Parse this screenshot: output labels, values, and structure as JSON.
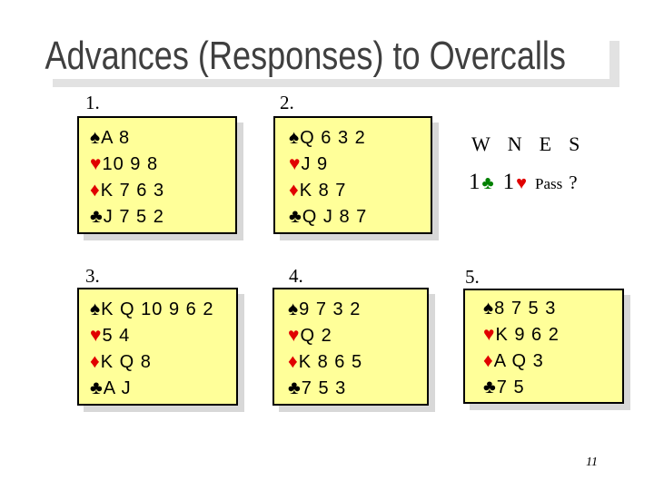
{
  "title": "Advances (Responses) to Overcalls",
  "page_number": "11",
  "auction": {
    "seats": [
      "W",
      "N",
      "E",
      "S"
    ],
    "calls": [
      {
        "level": "1",
        "suit": "♣"
      },
      {
        "level": "1",
        "suit": "♥"
      },
      {
        "label": "Pass"
      },
      {
        "label": "?"
      }
    ]
  },
  "hands": [
    {
      "label": "1.",
      "rows": [
        {
          "symbol": "♠",
          "cards": "A 8"
        },
        {
          "symbol": "♥",
          "cards": "10 9 8"
        },
        {
          "symbol": "♦",
          "cards": "K 7 6 3"
        },
        {
          "symbol": "♣",
          "cards": "J 7 5 2"
        }
      ]
    },
    {
      "label": "2.",
      "rows": [
        {
          "symbol": "♠",
          "cards": "Q 6 3 2"
        },
        {
          "symbol": "♥",
          "cards": "J 9"
        },
        {
          "symbol": "♦",
          "cards": "K 8 7"
        },
        {
          "symbol": "♣",
          "cards": "Q J 8 7"
        }
      ]
    },
    {
      "label": "3.",
      "rows": [
        {
          "symbol": "♠",
          "cards": "K Q 10 9 6 2"
        },
        {
          "symbol": "♥",
          "cards": "5 4"
        },
        {
          "symbol": "♦",
          "cards": "K Q 8"
        },
        {
          "symbol": "♣",
          "cards": "A J"
        }
      ]
    },
    {
      "label": "4.",
      "rows": [
        {
          "symbol": "♠",
          "cards": "9 7 3 2"
        },
        {
          "symbol": "♥",
          "cards": "Q 2"
        },
        {
          "symbol": "♦",
          "cards": "K 8 6 5"
        },
        {
          "symbol": "♣",
          "cards": "7 5 3"
        }
      ]
    },
    {
      "label": "5.",
      "rows": [
        {
          "symbol": "♠",
          "cards": "8 7 5 3"
        },
        {
          "symbol": "♥",
          "cards": "K 9 6 2"
        },
        {
          "symbol": "♦",
          "cards": "A Q 3"
        },
        {
          "symbol": "♣",
          "cards": "7 5"
        }
      ]
    }
  ],
  "colors": {
    "box_fill": "#ffff99",
    "box_border": "#000000",
    "box_shadow": "#d8d8d8",
    "suit_red": "#e00000",
    "bid_club_green": "#008000",
    "title_text": "#3f3f3f",
    "title_shadow": "#e2e2e2"
  }
}
